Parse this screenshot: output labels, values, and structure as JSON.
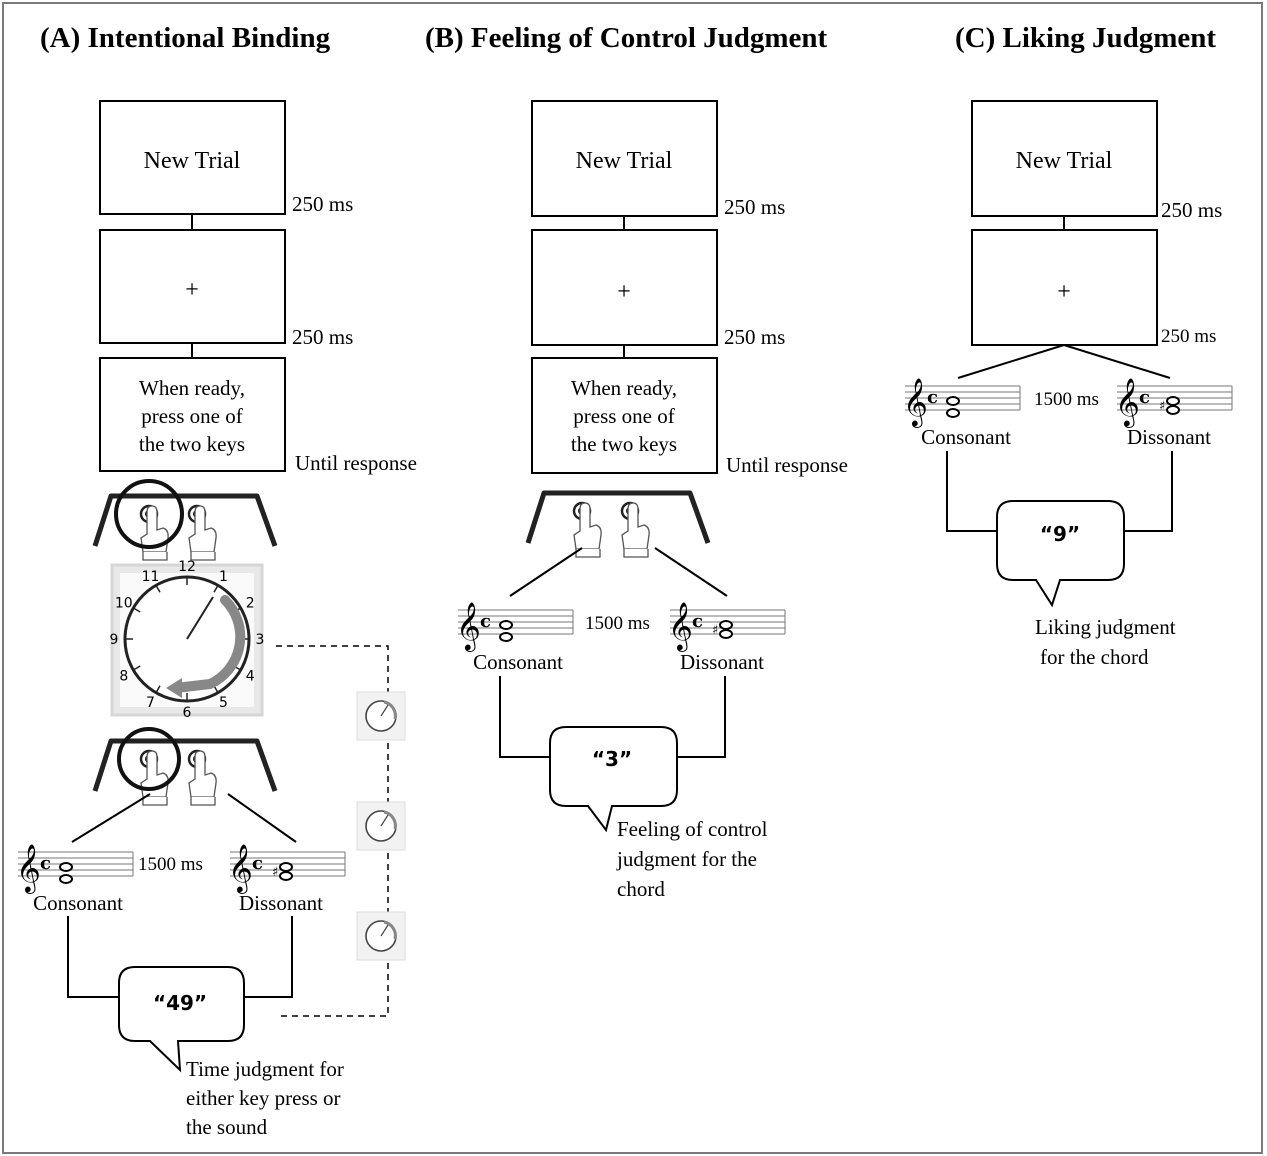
{
  "panels": {
    "a": {
      "title": "(A) Intentional Binding",
      "box1": "New Trial",
      "dur1": "250 ms",
      "box2": "+",
      "dur2": "250 ms",
      "box3": [
        "When ready,",
        "press one of",
        "the two keys"
      ],
      "dur3": "Until response",
      "chord_gap": "1500 ms",
      "consonant": "Consonant",
      "dissonant": "Dissonant",
      "response": "“49”",
      "caption": [
        "Time judgment for",
        "either key press or",
        "the sound"
      ],
      "clock_numbers": [
        "12",
        "1",
        "2",
        "3",
        "4",
        "5",
        "6",
        "7",
        "8",
        "9",
        "10",
        "11"
      ]
    },
    "b": {
      "title": "(B) Feeling of Control Judgment",
      "box1": "New Trial",
      "dur1": "250 ms",
      "box2": "+",
      "dur2": "250 ms",
      "box3": [
        "When ready,",
        "press one of",
        "the two keys"
      ],
      "dur3": "Until response",
      "chord_gap": "1500 ms",
      "consonant": "Consonant",
      "dissonant": "Dissonant",
      "response": "“3”",
      "caption": [
        "Feeling of control",
        "judgment for the",
        "chord"
      ]
    },
    "c": {
      "title": "(C) Liking Judgment",
      "box1": "New Trial",
      "dur1": "250 ms",
      "box2": "+",
      "dur2": "250 ms",
      "chord_gap": "1500 ms",
      "consonant": "Consonant",
      "dissonant": "Dissonant",
      "response": "“9”",
      "caption": [
        "Liking judgment",
        "for the chord"
      ]
    }
  }
}
